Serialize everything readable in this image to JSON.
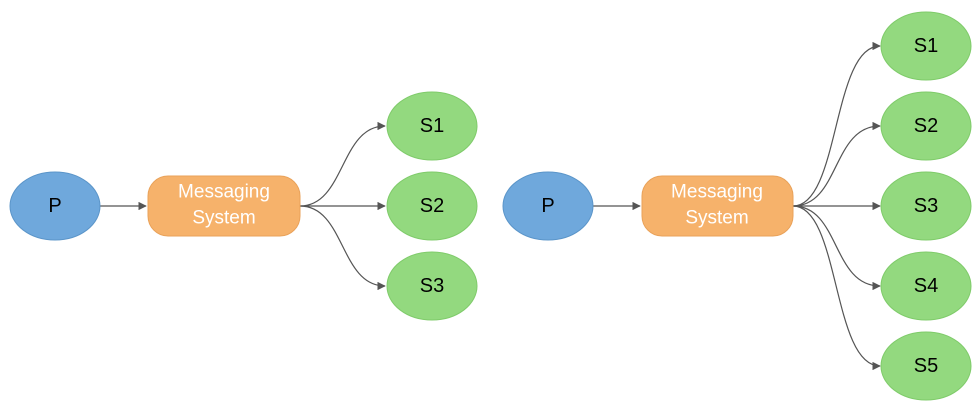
{
  "colors": {
    "producer_fill": "#6fa8dc",
    "producer_stroke": "#5b95c9",
    "system_fill": "#f6b26b",
    "system_stroke": "#e9a25a",
    "subscriber_fill": "#93d97f",
    "subscriber_stroke": "#7fcb6a",
    "edge": "#555555",
    "text_dark": "#000000",
    "text_light": "#ffffff"
  },
  "diagrams": [
    {
      "producer": "P",
      "system": [
        "Messaging",
        "System"
      ],
      "subscribers": [
        "S1",
        "S2",
        "S3"
      ]
    },
    {
      "producer": "P",
      "system": [
        "Messaging",
        "System"
      ],
      "subscribers": [
        "S1",
        "S2",
        "S3",
        "S4",
        "S5"
      ]
    }
  ]
}
